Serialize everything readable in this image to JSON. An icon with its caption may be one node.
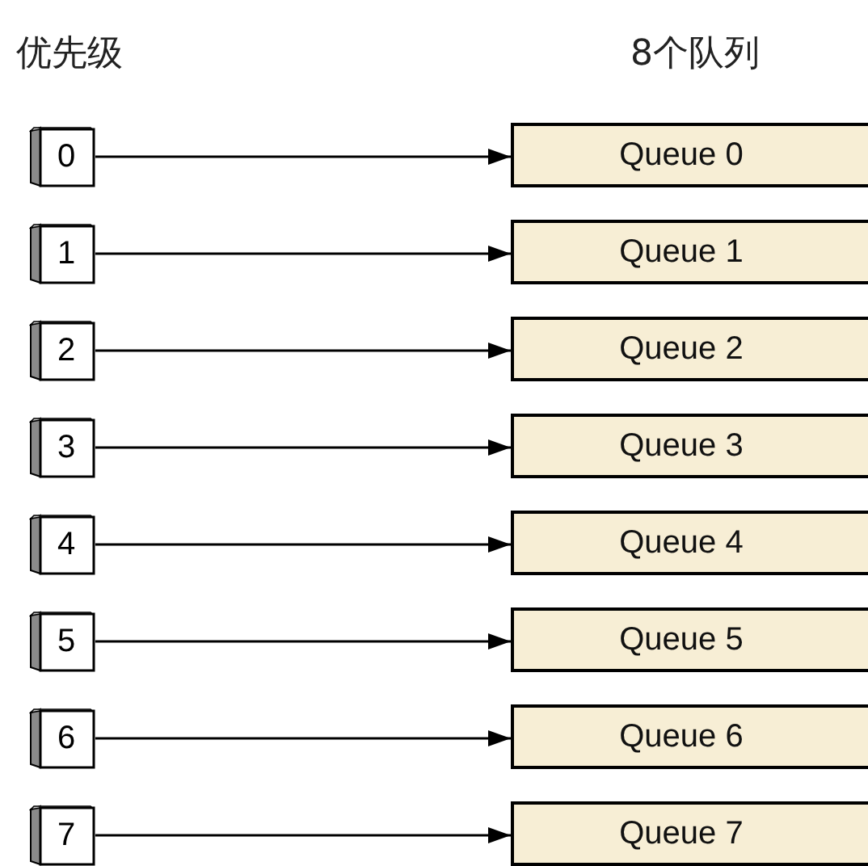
{
  "diagram": {
    "nodes": [
      {
        "text": [
          "0"
        ]
      },
      {
        "text": [
          "Queue 0"
        ]
      },
      {
        "text": [
          "1"
        ]
      },
      {
        "text": [
          "Queue 1"
        ]
      },
      {
        "text": [
          "2"
        ]
      },
      {
        "text": [
          "Queue 2"
        ]
      },
      {
        "text": [
          "3"
        ]
      },
      {
        "text": [
          "Queue 3"
        ]
      },
      {
        "text": [
          "4"
        ]
      },
      {
        "text": [
          "Queue 4"
        ]
      },
      {
        "text": [
          "5"
        ]
      },
      {
        "text": [
          "Queue 5"
        ]
      },
      {
        "text": [
          "6"
        ]
      },
      {
        "text": [
          "Queue 6"
        ]
      },
      {
        "text": [
          "7"
        ]
      },
      {
        "text": [
          "Queue 7"
        ]
      }
    ],
    "edges": [
      {
        "from": 0,
        "to": 1,
        "arrow": "to"
      },
      {
        "from": 2,
        "to": 3,
        "arrow": "to"
      },
      {
        "from": 4,
        "to": 5,
        "arrow": "to"
      },
      {
        "from": 6,
        "to": 7,
        "arrow": "to"
      },
      {
        "from": 8,
        "to": 9,
        "arrow": "to"
      },
      {
        "from": 10,
        "to": 11,
        "arrow": "to"
      },
      {
        "from": 12,
        "to": 13,
        "arrow": "to"
      },
      {
        "from": 14,
        "to": 15,
        "arrow": "to"
      }
    ],
    "labels": [
      "优先级",
      "8个队列"
    ]
  }
}
